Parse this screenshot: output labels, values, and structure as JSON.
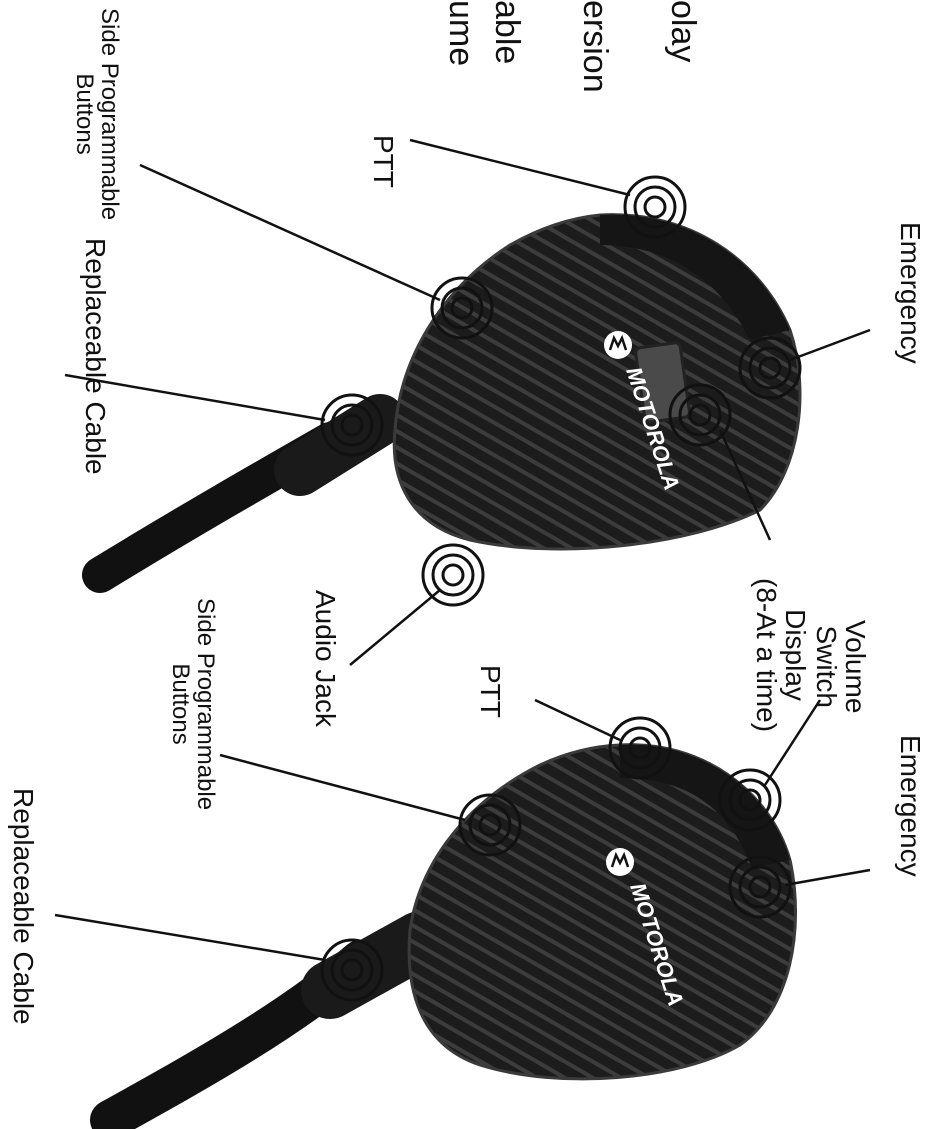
{
  "clipped_heading": {
    "line1": "olay",
    "line2": "ersion",
    "line3": "able",
    "line4": "ume"
  },
  "upper_mic": {
    "brand": "MOTOROLA",
    "labels": {
      "emergency": "Emergency",
      "ptt": "PTT",
      "side_buttons": "Side Programmable\nButtons",
      "replaceable_cable": "Replaceable Cable",
      "display": "Display\n(8-At a time)",
      "audio_jack": "Audio Jack"
    }
  },
  "lower_mic": {
    "brand": "MOTOROLA",
    "labels": {
      "volume_switch": "Volume\nSwitch",
      "emergency": "Emergency",
      "ptt": "PTT",
      "side_buttons": "Side Programmable\nButtons",
      "replaceable_cable": "Replaceable Cable"
    }
  },
  "colors": {
    "device_body": "#1c1c1c",
    "device_edge": "#3a3a3a",
    "grille": "#2b2b2b",
    "callout_line": "#111111",
    "ring": "#111111"
  }
}
